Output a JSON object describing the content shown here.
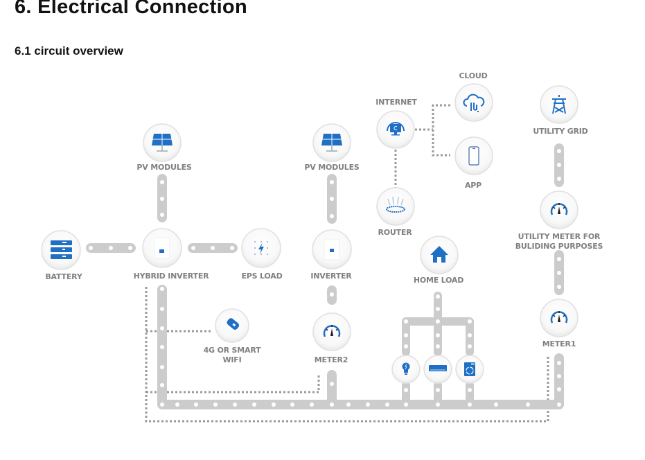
{
  "document": {
    "title": "6. Electrical Connection",
    "subtitle": "6.1 circuit overview"
  },
  "colors": {
    "bus": "#cccccc",
    "bus_dot": "#ffffff",
    "dotted_comm": "#9a9a9a",
    "label": "#808080",
    "icon_blue": "#1f6fc4",
    "icon_dark": "#1a1a1a",
    "node_fill": "#f7f7f7",
    "node_stroke": "#e0e0e0"
  },
  "nodes": {
    "pv_modules_1": {
      "label": "PV MODULES",
      "icon": "solar-panel-icon"
    },
    "pv_modules_2": {
      "label": "PV MODULES",
      "icon": "solar-panel-icon"
    },
    "battery": {
      "label": "BATTERY",
      "icon": "battery-icon"
    },
    "hybrid_inverter": {
      "label": "HYBRID INVERTER",
      "icon": "inverter-icon"
    },
    "eps_load": {
      "label": "EPS LOAD",
      "icon": "lightning-icon"
    },
    "inverter": {
      "label": "INVERTER",
      "icon": "inverter-icon"
    },
    "internet": {
      "label": "INTERNET",
      "icon": "monitor-icon"
    },
    "cloud": {
      "label": "CLOUD",
      "icon": "cloud-icon"
    },
    "app": {
      "label": "APP",
      "icon": "smartphone-icon"
    },
    "router": {
      "label": "ROUTER",
      "icon": "router-icon"
    },
    "home_load": {
      "label": "HOME LOAD",
      "icon": "house-icon"
    },
    "utility_grid": {
      "label": "UTILITY GRID",
      "icon": "power-tower-icon"
    },
    "utility_meter": {
      "label_line1": "UTILITY METER FOR",
      "label_line2": "BULIDING PURPOSES",
      "icon": "gauge-icon"
    },
    "meter1": {
      "label": "METER1",
      "icon": "gauge-icon"
    },
    "meter2": {
      "label": "METER2",
      "icon": "gauge-icon"
    },
    "wifi_dongle": {
      "label_line1": "4G OR SMART",
      "label_line2": "WIFI",
      "icon": "usb-dongle-icon"
    },
    "lamp": {
      "icon": "lightbulb-icon"
    },
    "air_conditioner": {
      "icon": "air-conditioner-icon"
    },
    "washing_machine": {
      "icon": "washing-machine-icon"
    }
  }
}
